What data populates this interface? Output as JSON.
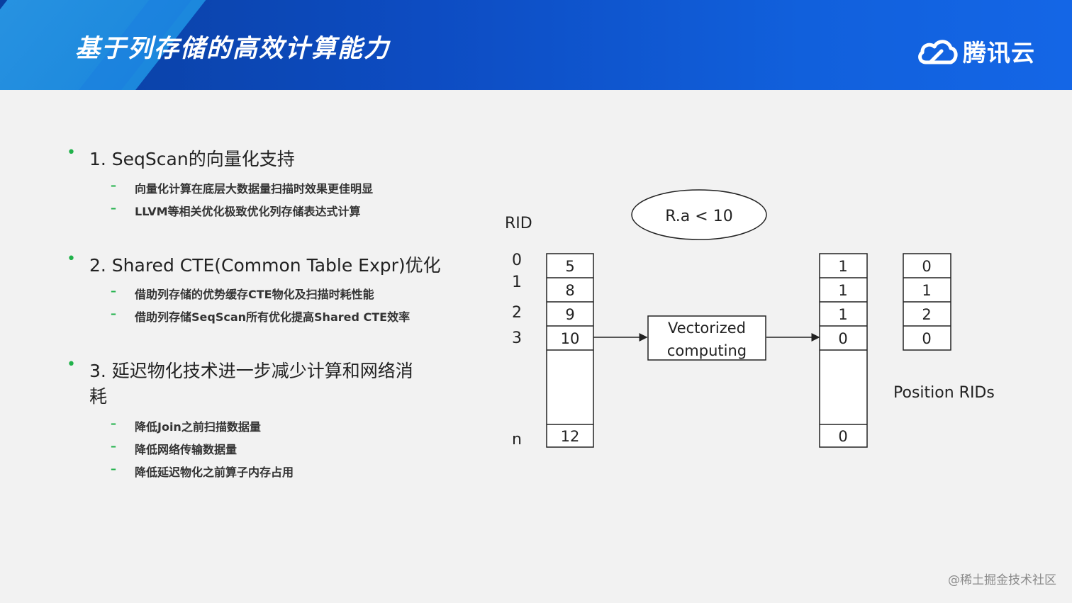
{
  "header": {
    "title": "基于列存储的高效计算能力",
    "logo_text": "腾讯云",
    "logo_icon": "cloud-icon"
  },
  "bullets": [
    {
      "text": "1. SeqScan的向量化支持",
      "subs": [
        "向量化计算在底层大数据量扫描时效果更佳明显",
        "LLVM等相关优化极致优化列存储表达式计算"
      ]
    },
    {
      "text": "2. Shared CTE(Common Table Expr)优化",
      "subs": [
        "借助列存储的优势缓存CTE物化及扫描时耗性能",
        "借助列存储SeqScan所有优化提高Shared CTE效率"
      ]
    },
    {
      "text": "3. 延迟物化技术进一步减少计算和网络消",
      "text2": "耗",
      "subs": [
        "降低Join之前扫描数据量",
        "降低网络传输数据量",
        "降低延迟物化之前算子内存占用"
      ]
    }
  ],
  "diagram": {
    "rid_label": "RID",
    "rids": [
      "0",
      "1",
      "2",
      "3",
      "n"
    ],
    "values": [
      "5",
      "8",
      "9",
      "10",
      "12"
    ],
    "predicate": "R.a < 10",
    "process_line1": "Vectorized",
    "process_line2": "computing",
    "results": [
      "1",
      "1",
      "1",
      "0",
      "0"
    ],
    "positions": [
      "0",
      "1",
      "2",
      "0"
    ],
    "position_label": "Position RIDs"
  },
  "watermark": "@稀土掘金技术社区"
}
